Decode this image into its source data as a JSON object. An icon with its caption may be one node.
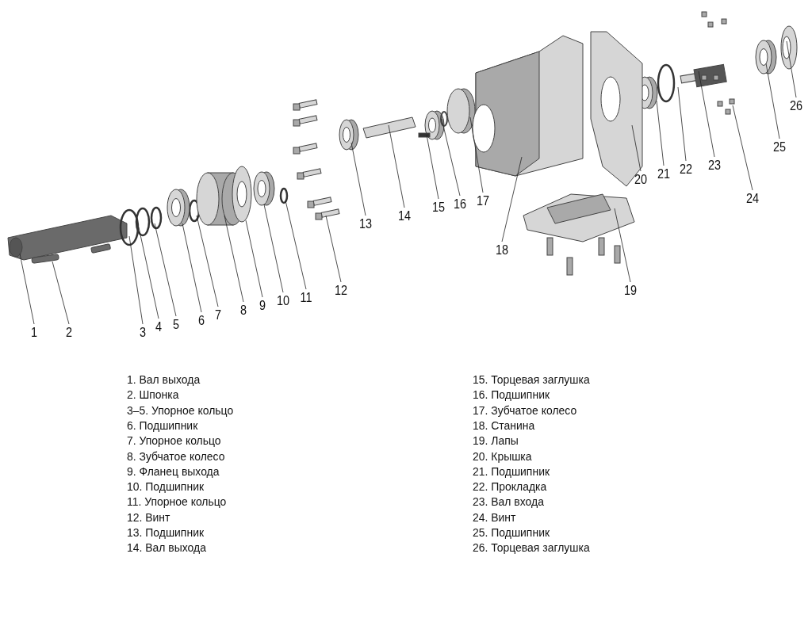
{
  "diagram": {
    "nodes": [
      {
        "text": [
          "1"
        ]
      },
      {
        "text": [
          "2"
        ]
      },
      {
        "text": [
          "3"
        ]
      },
      {
        "text": [
          "4"
        ]
      },
      {
        "text": [
          "5"
        ]
      },
      {
        "text": [
          "6"
        ]
      },
      {
        "text": [
          "7"
        ]
      },
      {
        "text": [
          "8"
        ]
      },
      {
        "text": [
          "9"
        ]
      },
      {
        "text": [
          "10"
        ]
      },
      {
        "text": [
          "11"
        ]
      },
      {
        "text": [
          "12"
        ]
      },
      {
        "text": [
          "13"
        ]
      },
      {
        "text": [
          "14"
        ]
      },
      {
        "text": [
          "15"
        ]
      },
      {
        "text": [
          "16"
        ]
      },
      {
        "text": [
          "17"
        ]
      },
      {
        "text": [
          "18"
        ]
      },
      {
        "text": [
          "19"
        ]
      },
      {
        "text": [
          "20"
        ]
      },
      {
        "text": [
          "21"
        ]
      },
      {
        "text": [
          "22"
        ]
      },
      {
        "text": [
          "23"
        ]
      },
      {
        "text": [
          "24"
        ]
      },
      {
        "text": [
          "25"
        ]
      },
      {
        "text": [
          "26"
        ]
      }
    ],
    "edges": [
      {
        "from": 0,
        "to": null,
        "arrow": "none"
      },
      {
        "from": 1,
        "to": null,
        "arrow": "none"
      },
      {
        "from": 2,
        "to": null,
        "arrow": "none"
      },
      {
        "from": 3,
        "to": null,
        "arrow": "none"
      },
      {
        "from": 4,
        "to": null,
        "arrow": "none"
      },
      {
        "from": 5,
        "to": null,
        "arrow": "none"
      },
      {
        "from": 6,
        "to": null,
        "arrow": "none"
      },
      {
        "from": 7,
        "to": null,
        "arrow": "none"
      },
      {
        "from": 8,
        "to": null,
        "arrow": "none"
      },
      {
        "from": 9,
        "to": null,
        "arrow": "none"
      },
      {
        "from": 10,
        "to": null,
        "arrow": "none"
      },
      {
        "from": 11,
        "to": null,
        "arrow": "none"
      },
      {
        "from": 12,
        "to": null,
        "arrow": "none"
      },
      {
        "from": 13,
        "to": null,
        "arrow": "none"
      },
      {
        "from": 14,
        "to": null,
        "arrow": "none"
      },
      {
        "from": 15,
        "to": null,
        "arrow": "none"
      },
      {
        "from": 16,
        "to": null,
        "arrow": "none"
      },
      {
        "from": 17,
        "to": null,
        "arrow": "none"
      },
      {
        "from": 18,
        "to": null,
        "arrow": "none"
      },
      {
        "from": 19,
        "to": null,
        "arrow": "none"
      },
      {
        "from": 20,
        "to": null,
        "arrow": "none"
      },
      {
        "from": 21,
        "to": null,
        "arrow": "none"
      },
      {
        "from": 22,
        "to": null,
        "arrow": "none"
      },
      {
        "from": 23,
        "to": null,
        "arrow": "none"
      },
      {
        "from": 24,
        "to": null,
        "arrow": "none"
      },
      {
        "from": 25,
        "to": null,
        "arrow": "none"
      }
    ],
    "labels": [
      "1. Вал выхода",
      "2. Шпонка",
      "3–5. Упорное кольцо",
      "6. Подшипник",
      "7. Упорное кольцо",
      "8. Зубчатое колесо",
      "9. Фланец выхода",
      "10. Подшипник",
      "11. Упорное кольцо",
      "12. Винт",
      "13. Подшипник",
      "14. Вал выхода",
      "15. Торцевая заглушка",
      "16. Подшипник",
      "17. Зубчатое колесо",
      "18. Станина",
      "19. Лапы",
      "20. Крышка",
      "21. Подшипник",
      "22. Прокладка",
      "23. Вал входа",
      "24. Винт",
      "25. Подшипник",
      "26. Торцевая заглушка"
    ]
  }
}
